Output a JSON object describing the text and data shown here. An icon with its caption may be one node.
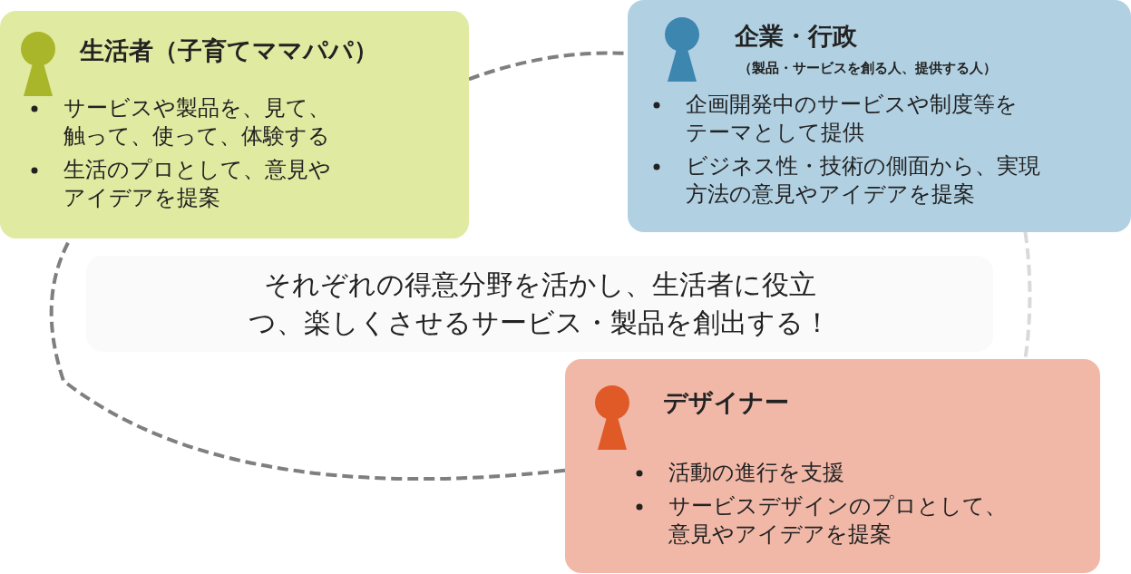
{
  "diagram": {
    "nodes": [
      {
        "text": [
          "生活者（子育てママパパ）",
          "サービスや製品を、見て、触って、使って、体験する",
          "生活のプロとして、意見やアイデアを提案"
        ]
      },
      {
        "text": [
          "企業・行政",
          "（製品・サービスを創る人、提供する人）",
          "企画開発中のサービスや制度等をテーマとして提供",
          "ビジネス性・技術の側面から、実現方法の意見やアイデアを提案"
        ]
      },
      {
        "text": [
          "デザイナー",
          "活動の進行を支援",
          "サービスデザインのプロとして、意見やアイデアを提案"
        ]
      },
      {
        "text": [
          "それぞれの得意分野を活かし、生活者に役立つ、楽しくさせるサービス・製品を創出する！"
        ]
      }
    ],
    "edges": [
      {
        "from": 0,
        "to": 1,
        "arrow": "none",
        "style": "dashed"
      },
      {
        "from": 1,
        "to": 2,
        "arrow": "none",
        "style": "dashed",
        "color": "#d9d9d9"
      },
      {
        "from": 2,
        "to": 0,
        "arrow": "none",
        "style": "dashed"
      }
    ]
  }
}
